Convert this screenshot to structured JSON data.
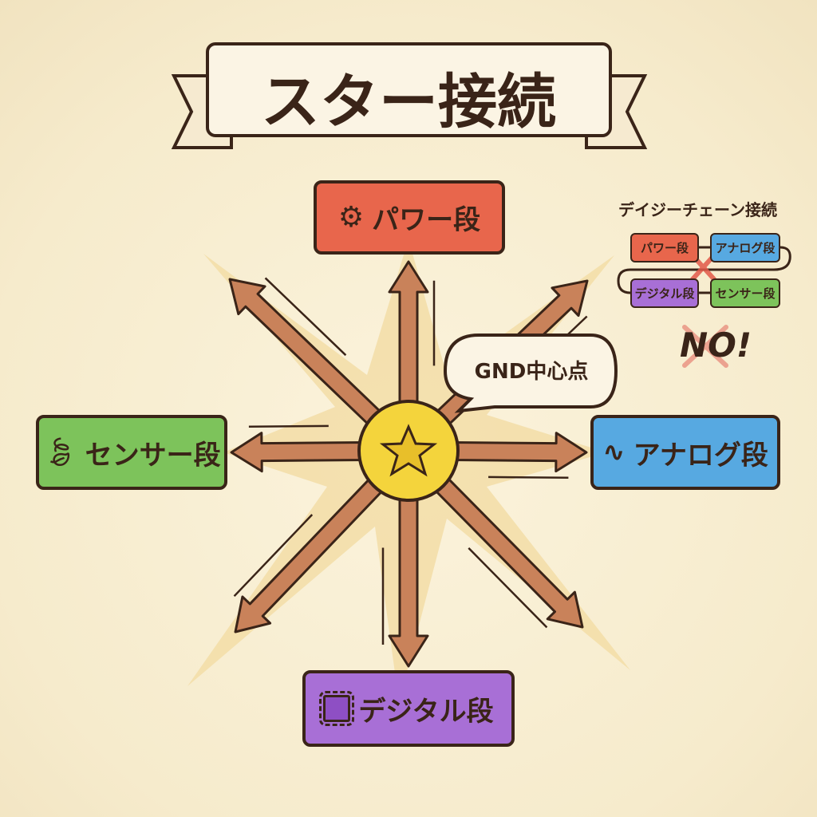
{
  "title": "スター接続",
  "center": {
    "label": "GND中心点",
    "icon": "star-icon"
  },
  "stages": {
    "power": {
      "label": "パワー段",
      "icon": "gear-icon",
      "color": "#e8664c"
    },
    "sensor": {
      "label": "センサー段",
      "icon": "leaf-icon",
      "color": "#7dc35b"
    },
    "analog": {
      "label": "アナログ段",
      "icon": "sine-wave-icon",
      "color": "#57a9e1"
    },
    "digital": {
      "label": "デジタル段",
      "icon": "chip-icon",
      "color": "#a86fd6"
    }
  },
  "daisy_chain": {
    "title": "デイジーチェーン接続",
    "boxes": [
      "パワー段",
      "アナログ段",
      "デジタル段",
      "センサー段"
    ],
    "verdict": "NO!"
  },
  "colors": {
    "outline": "#3a2418",
    "copper": "#c9825a",
    "star": "#f4d43c",
    "burst": "#f2d9a0"
  }
}
